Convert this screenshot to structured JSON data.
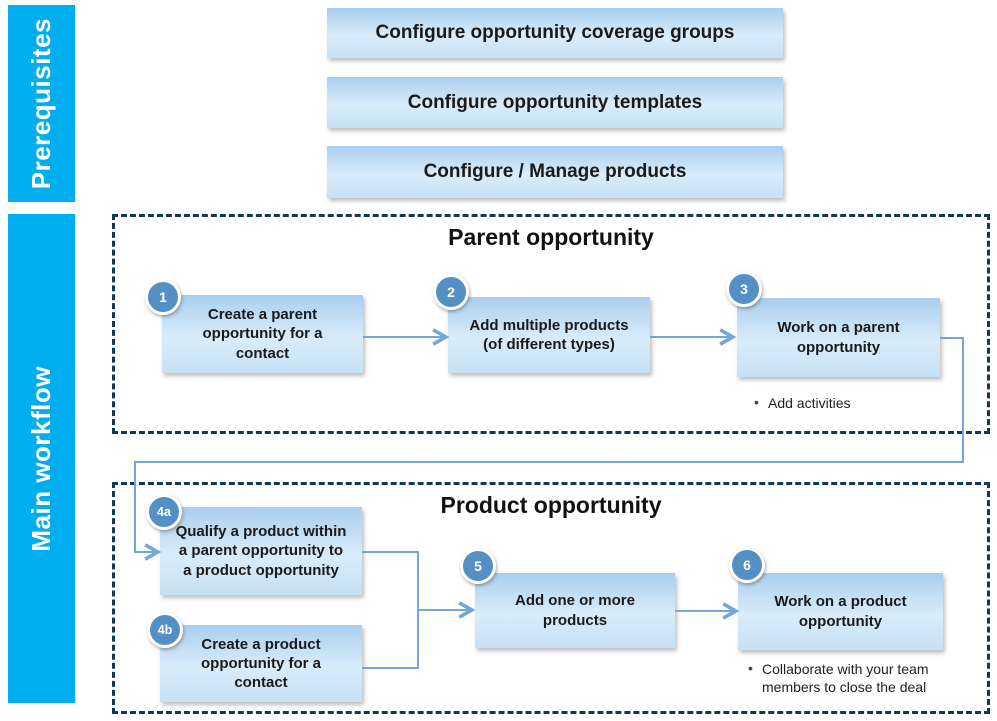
{
  "diagram": {
    "sidebar": [
      {
        "label": "Prerequisites"
      },
      {
        "label": "Main workflow"
      }
    ],
    "prerequisites": [
      {
        "label": "Configure opportunity coverage groups"
      },
      {
        "label": "Configure opportunity templates"
      },
      {
        "label": "Configure / Manage products"
      }
    ],
    "sections": [
      {
        "title": "Parent opportunity",
        "steps": [
          {
            "number": "1",
            "label": "Create a parent opportunity for a contact"
          },
          {
            "number": "2",
            "label": "Add multiple products (of different types)"
          },
          {
            "number": "3",
            "label": "Work on a parent opportunity",
            "note": "Add activities"
          }
        ]
      },
      {
        "title": "Product opportunity",
        "steps": [
          {
            "number": "4a",
            "label": "Qualify a product within a parent opportunity to a product opportunity"
          },
          {
            "number": "4b",
            "label": "Create a product opportunity for a contact"
          },
          {
            "number": "5",
            "label": "Add one or more products"
          },
          {
            "number": "6",
            "label": "Work on a product opportunity",
            "note": "Collaborate with your team members to close the deal"
          }
        ]
      }
    ],
    "colors": {
      "sidebar_band": "#00AEEF",
      "dashed_border": "#0E3A5C",
      "step_badge": "#5590C5",
      "connector": "#74A7D8",
      "box_gradient_top": "#A9CEEE",
      "box_gradient_bottom": "#C6E1F4"
    }
  }
}
